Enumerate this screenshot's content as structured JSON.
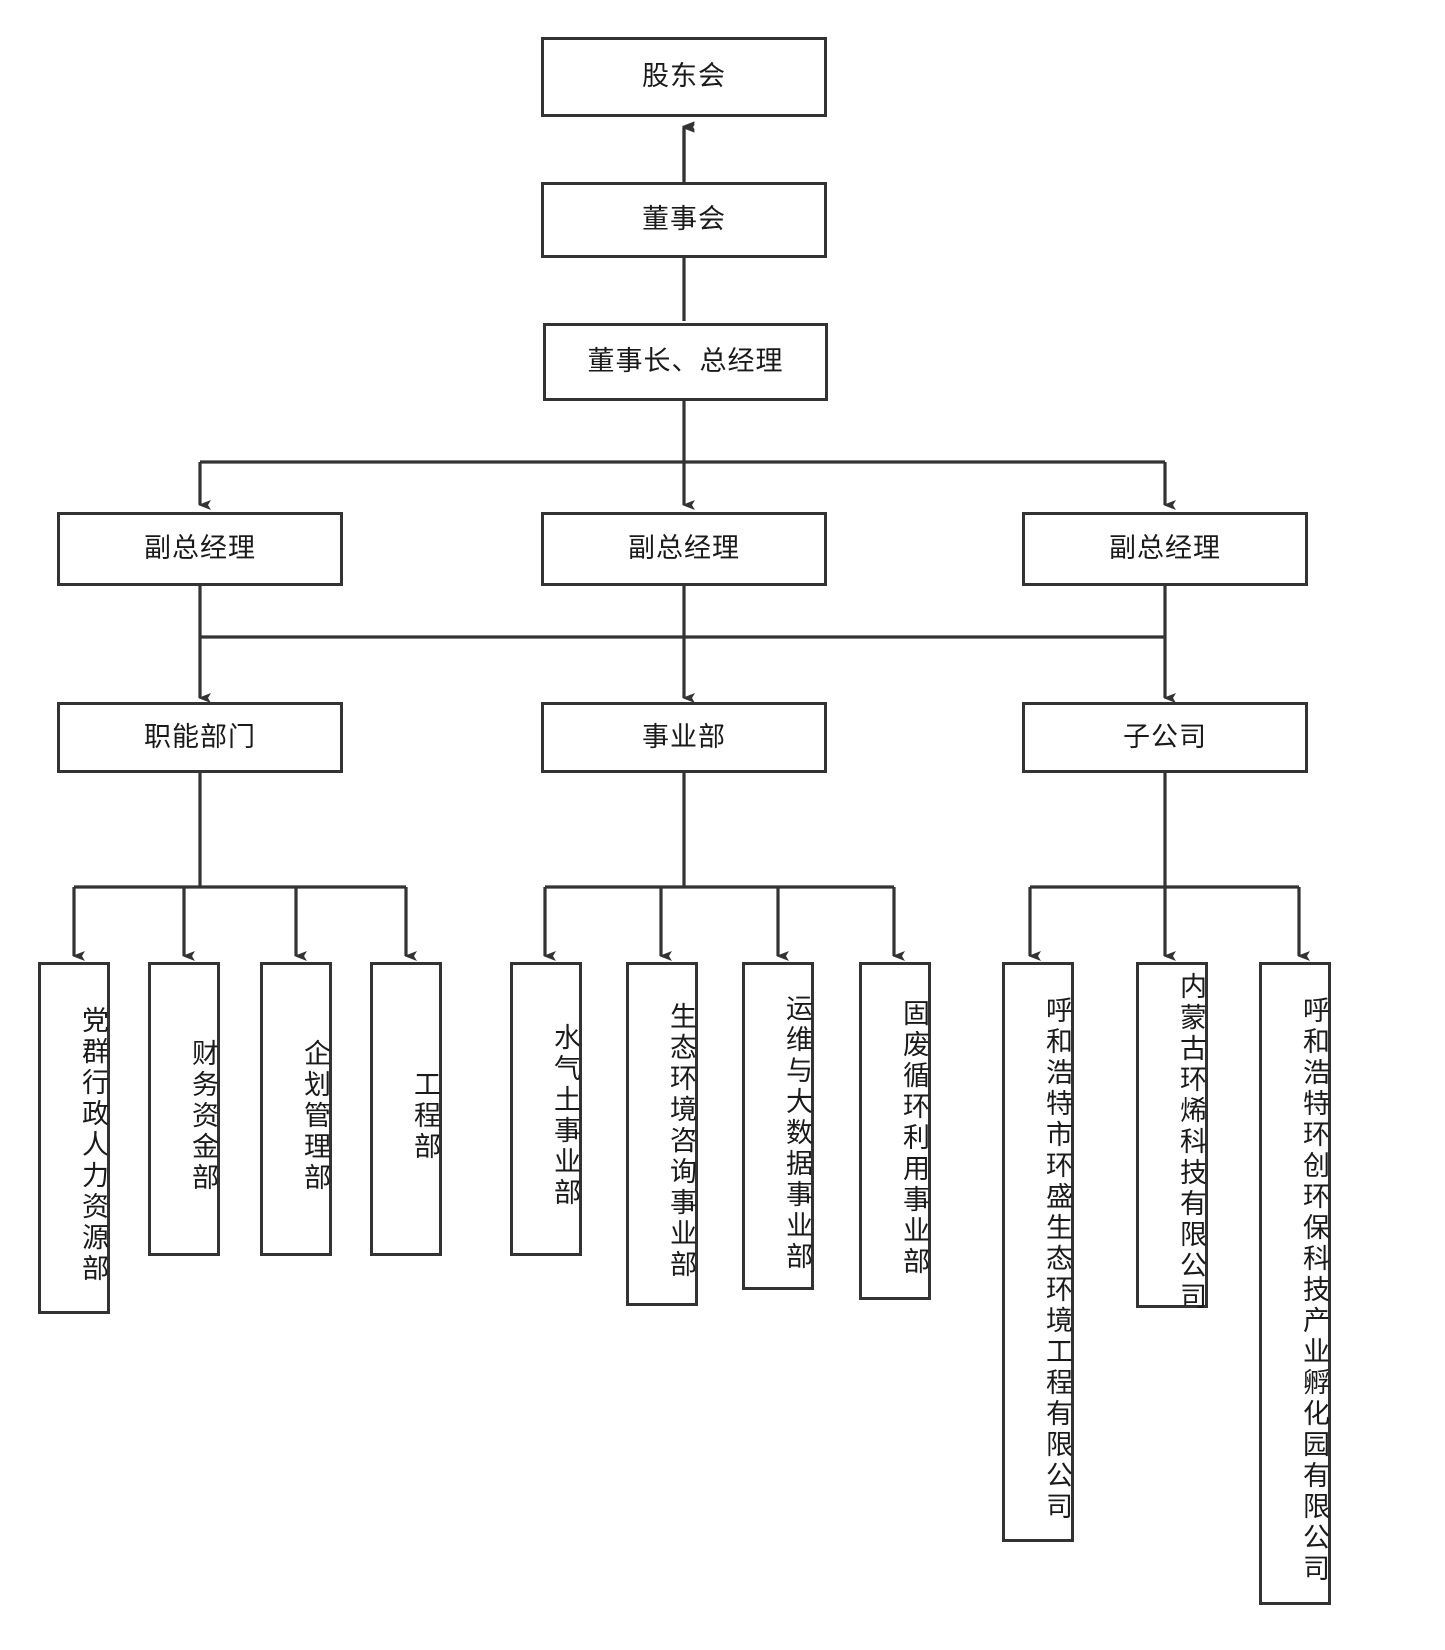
{
  "diagram": {
    "title_present": false,
    "orientation": "top-down organizational chart",
    "line_color": "#333333",
    "box_fill": "#ffffff",
    "text_color": "#1a1a1a"
  },
  "nodes": {
    "shareholders": "股东会",
    "board": "董事会",
    "chairman_gm": "董事长、总经理",
    "deputy_gm_1": "副总经理",
    "deputy_gm_2": "副总经理",
    "deputy_gm_3": "副总经理",
    "functional_departments": "职能部门",
    "business_divisions": "事业部",
    "subsidiaries": "子公司"
  },
  "functional_department_items": [
    "党群行政人力资源部",
    "财务资金部",
    "企划管理部",
    "工程部"
  ],
  "business_division_items": [
    "水气土事业部",
    "生态环境咨询事业部",
    "运维与大数据事业部",
    "固废循环利用事业部"
  ],
  "subsidiary_items": [
    "呼和浩特市环盛生态环境工程有限公司",
    "内蒙古环烯科技有限公司",
    "呼和浩特环创环保科技产业孵化园有限公司"
  ]
}
